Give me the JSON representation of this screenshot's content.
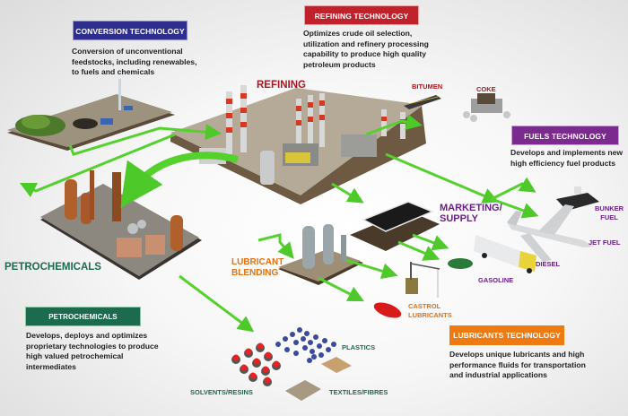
{
  "colors": {
    "conversion": "#2e2e8e",
    "refining": "#c0222c",
    "fuels": "#7b2a8e",
    "petrochemicals": "#1c6b4e",
    "lubricants": "#f07a12",
    "arrow": "#55d12e",
    "refining_label": "#b0141e",
    "petrochem_label": "#1c6b4e",
    "fuel_label": "#6a1f86",
    "lube_label": "#e8700e"
  },
  "technologies": {
    "conversion": {
      "title": "CONVERSION TECHNOLOGY",
      "description_lines": [
        "Conversion of unconventional",
        "feedstocks, including renewables,",
        "to fuels and chemicals"
      ]
    },
    "refining": {
      "title": "REFINING TECHNOLOGY",
      "description_lines": [
        "Optimizes crude oil selection,",
        "utilization and refinery processing",
        "capability to produce high quality",
        "petroleum products"
      ]
    },
    "fuels": {
      "title": "FUELS TECHNOLOGY",
      "description_lines": [
        "Develops and implements new",
        "high efficiency fuel products"
      ]
    },
    "petrochemicals": {
      "title": "PETROCHEMICALS TECHNOLOGY",
      "description_lines": [
        "Develops, deploys and optimizes",
        "proprietary technologies to produce",
        "high valued petrochemical",
        "intermediates"
      ]
    },
    "lubricants": {
      "title": "LUBRICANTS TECHNOLOGY",
      "description_lines": [
        "Develops unique lubricants and high",
        "performance fluids for transportation",
        "and industrial applications"
      ]
    }
  },
  "stages": {
    "refining": "REFINING",
    "petrochemicals": "PETROCHEMICALS",
    "lubricant_blending": [
      "LUBRICANT",
      "BLENDING"
    ],
    "marketing_supply": [
      "MARKETING/",
      "SUPPLY"
    ]
  },
  "products": {
    "bitumen": "BITUMEN",
    "coke": "COKE",
    "bunker_fuel": [
      "BUNKER",
      "FUEL"
    ],
    "jet_fuel": "JET FUEL",
    "diesel": "DIESEL",
    "gasoline": "GASOLINE",
    "castrol_lubricants": [
      "CASTROL",
      "LUBRICANTS"
    ],
    "plastics": "PLASTICS",
    "solvents_resins": "SOLVENTS/RESINS",
    "textiles_fibres": "TEXTILES/FIBRES"
  }
}
